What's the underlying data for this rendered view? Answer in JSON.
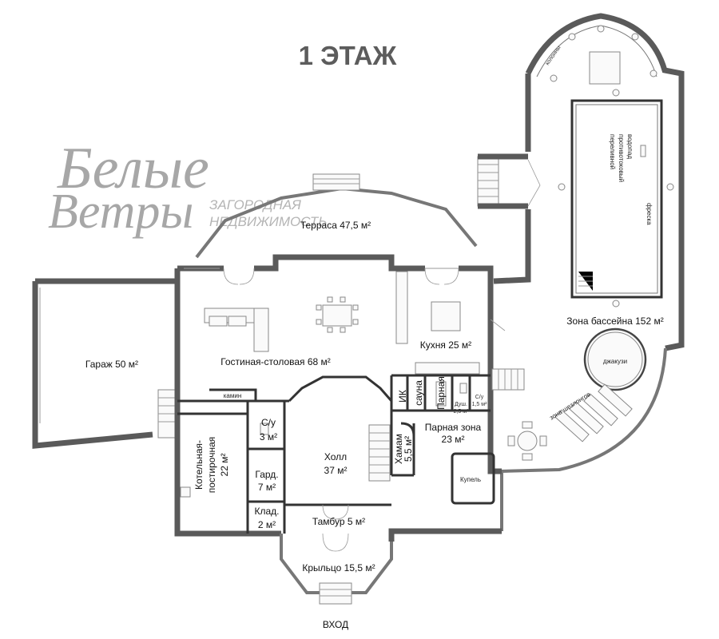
{
  "floor_title": "1 ЭТАЖ",
  "logo": {
    "mark_line1": "Белые",
    "mark_line2": "Ветры",
    "sub_line1": "ЗАГОРОДНАЯ",
    "sub_line2": "НЕДВИЖИМОСТЬ",
    "color": "#a7a7a7"
  },
  "rooms": {
    "garage": "Гараж 50 м²",
    "living": "Гостиная-столовая 68 м²",
    "fireplace": "камин",
    "kitchen": "Кухня 25 м²",
    "terrace": "Терраса 47,5 м²",
    "pool_zone": "Зона бассейна 152 м²",
    "jacuzzi": "джакузи",
    "loungers": "зона шезлонгов",
    "columns": "колонны",
    "waterfall_1": "переливной",
    "waterfall_2": "противотоковый",
    "waterfall_3": "водопад",
    "fresco": "фреска",
    "ik": "ИК",
    "sauna": "сауна",
    "steam_room": "Парная",
    "shower_1": "Душ.",
    "shower_2": "2,5 м²",
    "wc_small_1": "С/у",
    "wc_small_2": "1,5 м²",
    "steam_zone_1": "Парная зона",
    "steam_zone_2": "23 м²",
    "hammam_1": "Хамам",
    "hammam_2": "5,5 м²",
    "plunge_pool": "Купель",
    "wc_1": "С/у",
    "wc_2": "3 м²",
    "hall_1": "Холл",
    "hall_2": "37 м²",
    "boiler_1": "Котельная-",
    "boiler_2": "постирочная",
    "boiler_3": "22 м²",
    "wardrobe_1": "Гард.",
    "wardrobe_2": "7 м²",
    "storage_1": "Клад.",
    "storage_2": "2 м²",
    "vestibule": "Тамбур 5 м²",
    "porch": "Крыльцо 15,5 м²",
    "entrance": "ВХОД"
  }
}
